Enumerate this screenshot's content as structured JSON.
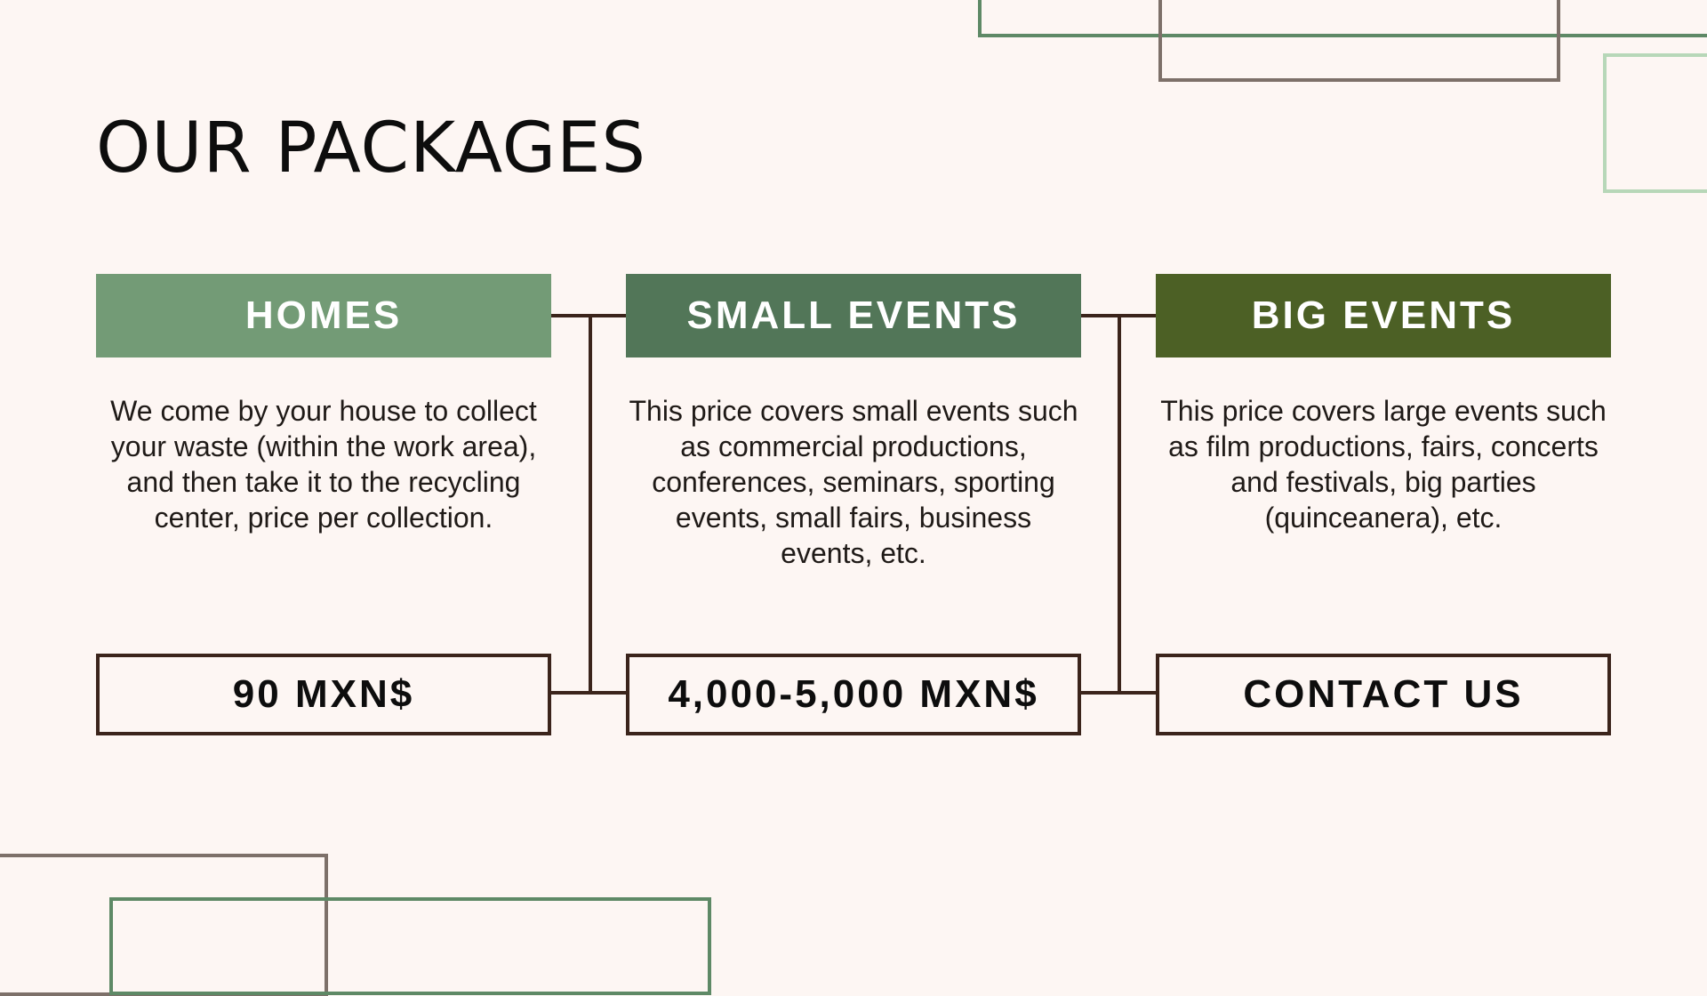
{
  "page": {
    "title": "OUR PACKAGES"
  },
  "colors": {
    "background": "#fdf6f3",
    "homes_header": "#739b76",
    "small_events_header": "#527658",
    "big_events_header": "#4c6025",
    "connector": "#3b241b",
    "deco_green": "#5e8966",
    "deco_brown": "#7d7069",
    "deco_light_green": "#b7d7b8"
  },
  "packages": [
    {
      "name": "HOMES",
      "description": "We come by your house to collect your waste (within the work area), and then take it to the recycling center, price per collection.",
      "price": "90 MXN$"
    },
    {
      "name": "SMALL EVENTS",
      "description": "This price covers small events such as commercial productions, conferences, seminars, sporting events, small fairs, business events, etc.",
      "price": "4,000-5,000 MXN$"
    },
    {
      "name": "BIG EVENTS",
      "description": "This price covers large events such as film productions, fairs, concerts and festivals, big parties (quinceanera), etc.",
      "price": "CONTACT US"
    }
  ]
}
